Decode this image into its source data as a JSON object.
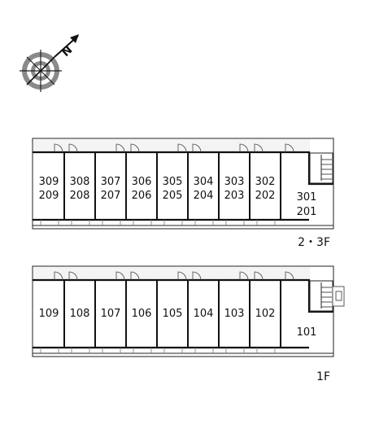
{
  "compass": {
    "north_letter": "N",
    "icon": "north-arrow-compass"
  },
  "floors": [
    {
      "id": "upper",
      "floor_label": "2・3F",
      "units": [
        [
          "309",
          "209"
        ],
        [
          "308",
          "208"
        ],
        [
          "307",
          "207"
        ],
        [
          "306",
          "206"
        ],
        [
          "305",
          "205"
        ],
        [
          "304",
          "204"
        ],
        [
          "303",
          "203"
        ],
        [
          "302",
          "202"
        ],
        [
          "301",
          "201"
        ]
      ]
    },
    {
      "id": "ground",
      "floor_label": "1F",
      "units": [
        [
          "109"
        ],
        [
          "108"
        ],
        [
          "107"
        ],
        [
          "106"
        ],
        [
          "105"
        ],
        [
          "104"
        ],
        [
          "103"
        ],
        [
          "102"
        ],
        [
          "101"
        ]
      ]
    }
  ],
  "colors": {
    "background": "#ffffff",
    "walls": "#111111",
    "corridor": "#f4f4f4",
    "compass_gray": "#888888"
  }
}
